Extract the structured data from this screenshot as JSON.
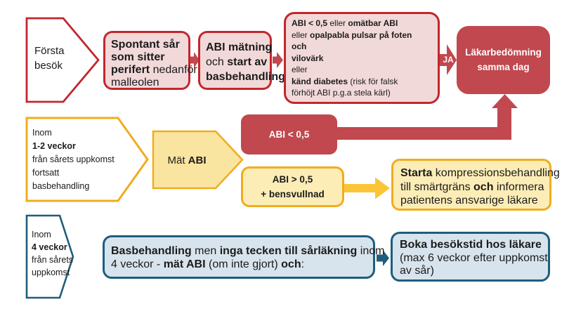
{
  "colors": {
    "red_border": "#c1272d",
    "red_fill": "#c0484e",
    "pink_fill": "#f2d9d9",
    "yellow_border": "#f0ac1e",
    "yellow_fill_light": "#fcedb7",
    "yellow_fill_mid": "#fae5a0",
    "yellow_arrow": "#fcc437",
    "blue_border": "#1f5d7d",
    "blue_fill": "#d8e4ed",
    "text": "#1b1b1b",
    "white_text": "#ffffff"
  },
  "icons": {
    "flow_arrow_right": "block-arrow-right",
    "flow_arrow_up": "block-arrow-up"
  },
  "flow": {
    "row_first_visit": {
      "stage": [
        {
          "t": "Första"
        },
        {
          "br": true
        },
        {
          "t": "besök"
        }
      ],
      "wound_box": [
        {
          "t": "Spontant sår",
          "b": true
        },
        {
          "br": true
        },
        {
          "t": "som sitter",
          "b": true
        },
        {
          "br": true
        },
        {
          "t": "perifert",
          "b": true
        },
        {
          "t": " nedanför"
        },
        {
          "br": true
        },
        {
          "t": "malleolen"
        }
      ],
      "abi_box": [
        {
          "t": "ABI mätning",
          "b": true
        },
        {
          "br": true
        },
        {
          "t": "och "
        },
        {
          "t": "start av",
          "b": true
        },
        {
          "br": true
        },
        {
          "t": "basbehandling",
          "b": true
        }
      ],
      "criteria_box": [
        {
          "t": "ABI < 0,5",
          "b": true
        },
        {
          "t": " eller "
        },
        {
          "t": "omätbar ABI",
          "b": true
        },
        {
          "br": true
        },
        {
          "t": "eller "
        },
        {
          "t": "opalpabla pulsar på foten",
          "b": true
        },
        {
          "br": true
        },
        {
          "t": "och",
          "b": true
        },
        {
          "br": true
        },
        {
          "t": "vilovärk",
          "b": true
        },
        {
          "br": true
        },
        {
          "t": "eller"
        },
        {
          "br": true
        },
        {
          "t": "känd diabetes",
          "b": true
        },
        {
          "t": " (risk för falsk"
        },
        {
          "br": true
        },
        {
          "t": "förhöjt ABI p.g.a stela kärl)"
        }
      ],
      "ja_label": "JA",
      "doctor_box": [
        {
          "t": "Läkarbedömning",
          "b": true
        },
        {
          "br": true
        },
        {
          "t": "samma dag",
          "b": true
        }
      ]
    },
    "row_one_two_weeks": {
      "stage": [
        {
          "t": "Inom"
        },
        {
          "br": true
        },
        {
          "t": "1-2 veckor",
          "b": true
        },
        {
          "br": true
        },
        {
          "t": "från sårets uppkomst"
        },
        {
          "br": true
        },
        {
          "t": "fortsatt"
        },
        {
          "br": true
        },
        {
          "t": "basbehandling"
        }
      ],
      "measure_abi": [
        {
          "t": "Mät "
        },
        {
          "t": "ABI",
          "b": true
        }
      ],
      "abi_low": [
        {
          "t": "ABI < 0,5",
          "b": true
        }
      ],
      "abi_high": [
        {
          "t": "ABI > 0,5",
          "b": true
        },
        {
          "br": true
        },
        {
          "t": "+ bensvullnad",
          "b": true
        }
      ],
      "compression_box": [
        {
          "t": "Starta",
          "b": true
        },
        {
          "t": " kompressionsbehandling"
        },
        {
          "br": true
        },
        {
          "t": "till smärtgräns "
        },
        {
          "t": "och",
          "b": true
        },
        {
          "t": " informera"
        },
        {
          "br": true
        },
        {
          "t": "patientens ansvarige läkare"
        }
      ]
    },
    "row_four_weeks": {
      "stage": [
        {
          "t": "Inom"
        },
        {
          "br": true
        },
        {
          "t": "4 veckor",
          "b": true
        },
        {
          "br": true
        },
        {
          "t": "från sårets"
        },
        {
          "br": true
        },
        {
          "t": "uppkomst"
        }
      ],
      "no_healing_box": [
        {
          "t": "Basbehandling",
          "b": true
        },
        {
          "t": " men "
        },
        {
          "t": "inga tecken till sårläkning",
          "b": true
        },
        {
          "t": " inom"
        },
        {
          "br": true
        },
        {
          "t": "4 veckor - "
        },
        {
          "t": "mät ABI",
          "b": true
        },
        {
          "t": " (om inte gjort) "
        },
        {
          "t": "och",
          "b": true
        },
        {
          "t": ":"
        }
      ],
      "booking_box": [
        {
          "t": "Boka besökstid hos läkare",
          "b": true
        },
        {
          "br": true
        },
        {
          "t": "(max 6 veckor efter uppkomst",
          "br2": false
        },
        {
          "br": true
        },
        {
          "t": "av sår)"
        }
      ]
    }
  }
}
